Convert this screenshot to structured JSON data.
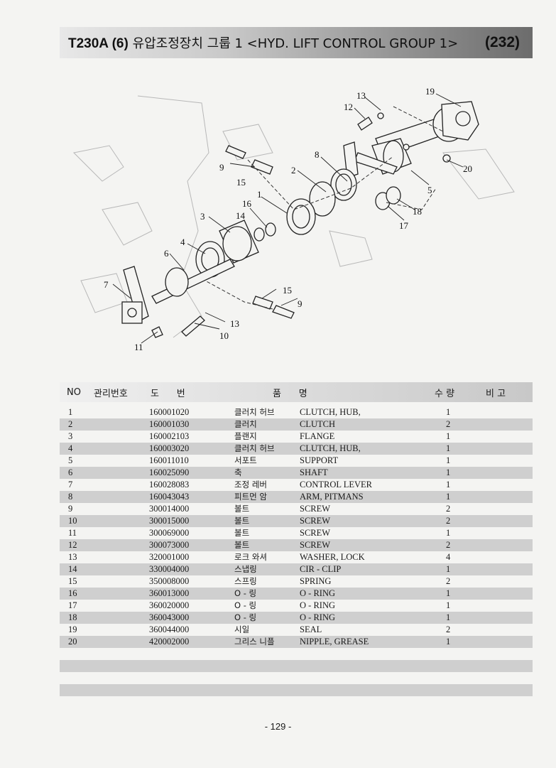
{
  "header": {
    "model": "T230A (6)",
    "title": "유압조정장치 그룹 1 <HYD. LIFT CONTROL GROUP 1>",
    "code": "(232)"
  },
  "diagram": {
    "callouts": [
      "1",
      "2",
      "3",
      "4",
      "5",
      "6",
      "7",
      "8",
      "9",
      "10",
      "11",
      "12",
      "13",
      "14",
      "15",
      "16",
      "17",
      "18",
      "19",
      "20"
    ]
  },
  "table": {
    "headers": {
      "no": "NO",
      "mgmt": "관리번호",
      "drawing": "도      번",
      "name": "품      명",
      "qty": "수 량",
      "remark": "비 고"
    },
    "rows": [
      {
        "no": "1",
        "part": "160001020",
        "ko": "클러치 허브",
        "en": "CLUTCH, HUB,",
        "qty": "1"
      },
      {
        "no": "2",
        "part": "160001030",
        "ko": "클러치",
        "en": "CLUTCH",
        "qty": "2"
      },
      {
        "no": "3",
        "part": "160002103",
        "ko": "플랜지",
        "en": "FLANGE",
        "qty": "1"
      },
      {
        "no": "4",
        "part": "160003020",
        "ko": "클러치 허브",
        "en": "CLUTCH, HUB,",
        "qty": "1"
      },
      {
        "no": "5",
        "part": "160011010",
        "ko": "서포트",
        "en": "SUPPORT",
        "qty": "1"
      },
      {
        "no": "6",
        "part": "160025090",
        "ko": "축",
        "en": "SHAFT",
        "qty": "1"
      },
      {
        "no": "7",
        "part": "160028083",
        "ko": "조정 레버",
        "en": "CONTROL LEVER",
        "qty": "1"
      },
      {
        "no": "8",
        "part": "160043043",
        "ko": "피트먼 암",
        "en": "ARM, PITMANS",
        "qty": "1"
      },
      {
        "no": "9",
        "part": "300014000",
        "ko": "볼트",
        "en": "SCREW",
        "qty": "2"
      },
      {
        "no": "10",
        "part": "300015000",
        "ko": "볼트",
        "en": "SCREW",
        "qty": "2"
      },
      {
        "no": "11",
        "part": "300069000",
        "ko": "볼트",
        "en": "SCREW",
        "qty": "1"
      },
      {
        "no": "12",
        "part": "300073000",
        "ko": "볼트",
        "en": "SCREW",
        "qty": "2"
      },
      {
        "no": "13",
        "part": "320001000",
        "ko": "로크 와셔",
        "en": "WASHER, LOCK",
        "qty": "4"
      },
      {
        "no": "14",
        "part": "330004000",
        "ko": "스냅링",
        "en": "CIR - CLIP",
        "qty": "1"
      },
      {
        "no": "15",
        "part": "350008000",
        "ko": "스프링",
        "en": "SPRING",
        "qty": "2"
      },
      {
        "no": "16",
        "part": "360013000",
        "ko": "O - 링",
        "en": "O - RING",
        "qty": "1"
      },
      {
        "no": "17",
        "part": "360020000",
        "ko": "O - 링",
        "en": "O - RING",
        "qty": "1"
      },
      {
        "no": "18",
        "part": "360043000",
        "ko": "O - 링",
        "en": "O - RING",
        "qty": "1"
      },
      {
        "no": "19",
        "part": "360044000",
        "ko": "시일",
        "en": "SEAL",
        "qty": "2"
      },
      {
        "no": "20",
        "part": "420002000",
        "ko": "그리스 니플",
        "en": "NIPPLE, GREASE",
        "qty": "1"
      }
    ]
  },
  "footer": {
    "page": "- 129 -"
  }
}
